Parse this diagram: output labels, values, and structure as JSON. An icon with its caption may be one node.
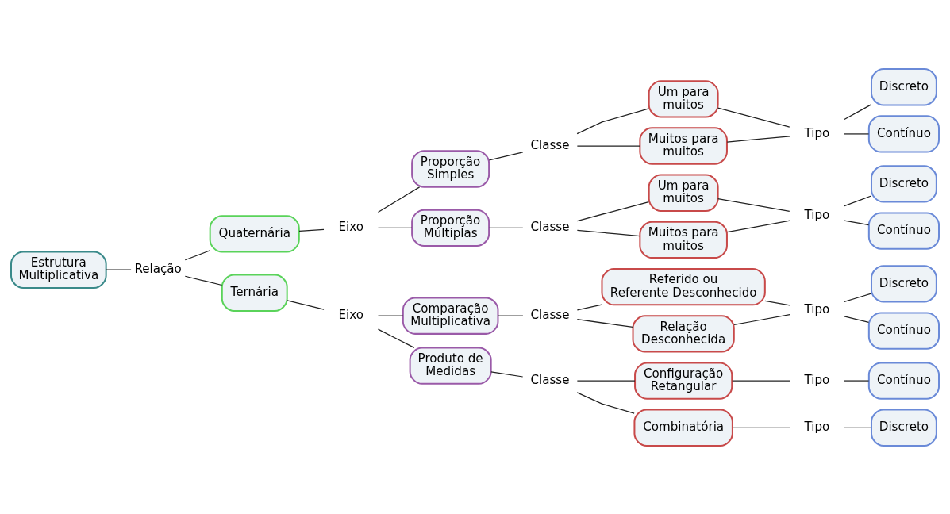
{
  "diagram": {
    "nodes": [
      {
        "text": [
          "Estrutura Multiplicativa"
        ]
      },
      {
        "text": [
          "Relação"
        ]
      },
      {
        "text": [
          "Quaternária"
        ]
      },
      {
        "text": [
          "Ternária"
        ]
      },
      {
        "text": [
          "Eixo"
        ]
      },
      {
        "text": [
          "Proporção Simples"
        ]
      },
      {
        "text": [
          "Proporção Múltiplas"
        ]
      },
      {
        "text": [
          "Classe"
        ]
      },
      {
        "text": [
          "Um para muitos"
        ]
      },
      {
        "text": [
          "Muitos para muitos"
        ]
      },
      {
        "text": [
          "Tipo"
        ]
      },
      {
        "text": [
          "Discreto"
        ]
      },
      {
        "text": [
          "Contínuo"
        ]
      },
      {
        "text": [
          "Classe"
        ]
      },
      {
        "text": [
          "Um para muitos"
        ]
      },
      {
        "text": [
          "Muitos para muitos"
        ]
      },
      {
        "text": [
          "Tipo"
        ]
      },
      {
        "text": [
          "Discreto"
        ]
      },
      {
        "text": [
          "Contínuo"
        ]
      },
      {
        "text": [
          "Eixo"
        ]
      },
      {
        "text": [
          "Comparação Multiplicativa"
        ]
      },
      {
        "text": [
          "Produto de Medidas"
        ]
      },
      {
        "text": [
          "Classe"
        ]
      },
      {
        "text": [
          "Referido ou Referente Desconhecido"
        ]
      },
      {
        "text": [
          "Relação Desconhecida"
        ]
      },
      {
        "text": [
          "Tipo"
        ]
      },
      {
        "text": [
          "Discreto"
        ]
      },
      {
        "text": [
          "Contínuo"
        ]
      },
      {
        "text": [
          "Classe"
        ]
      },
      {
        "text": [
          "Configuração Retangular"
        ]
      },
      {
        "text": [
          "Combinatória"
        ]
      },
      {
        "text": [
          "Tipo"
        ]
      },
      {
        "text": [
          "Contínuo"
        ]
      },
      {
        "text": [
          "Tipo"
        ]
      },
      {
        "text": [
          "Discreto"
        ]
      }
    ],
    "edges": [
      {
        "from": 0,
        "to": 1,
        "arrow": "none"
      },
      {
        "from": 1,
        "to": 2,
        "arrow": "none"
      },
      {
        "from": 1,
        "to": 3,
        "arrow": "none"
      },
      {
        "from": 2,
        "to": 4,
        "arrow": "none"
      },
      {
        "from": 4,
        "to": 5,
        "arrow": "none"
      },
      {
        "from": 4,
        "to": 6,
        "arrow": "none"
      },
      {
        "from": 5,
        "to": 7,
        "arrow": "none"
      },
      {
        "from": 7,
        "to": 8,
        "arrow": "none"
      },
      {
        "from": 7,
        "to": 9,
        "arrow": "none"
      },
      {
        "from": 8,
        "to": 10,
        "arrow": "none"
      },
      {
        "from": 9,
        "to": 10,
        "arrow": "none"
      },
      {
        "from": 10,
        "to": 11,
        "arrow": "none"
      },
      {
        "from": 10,
        "to": 12,
        "arrow": "none"
      },
      {
        "from": 6,
        "to": 13,
        "arrow": "none"
      },
      {
        "from": 13,
        "to": 14,
        "arrow": "none"
      },
      {
        "from": 13,
        "to": 15,
        "arrow": "none"
      },
      {
        "from": 14,
        "to": 16,
        "arrow": "none"
      },
      {
        "from": 15,
        "to": 16,
        "arrow": "none"
      },
      {
        "from": 16,
        "to": 17,
        "arrow": "none"
      },
      {
        "from": 16,
        "to": 18,
        "arrow": "none"
      },
      {
        "from": 3,
        "to": 19,
        "arrow": "none"
      },
      {
        "from": 19,
        "to": 20,
        "arrow": "none"
      },
      {
        "from": 19,
        "to": 21,
        "arrow": "none"
      },
      {
        "from": 20,
        "to": 22,
        "arrow": "none"
      },
      {
        "from": 22,
        "to": 23,
        "arrow": "none"
      },
      {
        "from": 22,
        "to": 24,
        "arrow": "none"
      },
      {
        "from": 23,
        "to": 25,
        "arrow": "none"
      },
      {
        "from": 24,
        "to": 25,
        "arrow": "none"
      },
      {
        "from": 25,
        "to": 26,
        "arrow": "none"
      },
      {
        "from": 25,
        "to": 27,
        "arrow": "none"
      },
      {
        "from": 21,
        "to": 28,
        "arrow": "none"
      },
      {
        "from": 28,
        "to": 29,
        "arrow": "none"
      },
      {
        "from": 28,
        "to": 30,
        "arrow": "none"
      },
      {
        "from": 29,
        "to": 31,
        "arrow": "none"
      },
      {
        "from": 31,
        "to": 32,
        "arrow": "none"
      },
      {
        "from": 30,
        "to": 33,
        "arrow": "none"
      },
      {
        "from": 33,
        "to": 34,
        "arrow": "none"
      }
    ]
  }
}
